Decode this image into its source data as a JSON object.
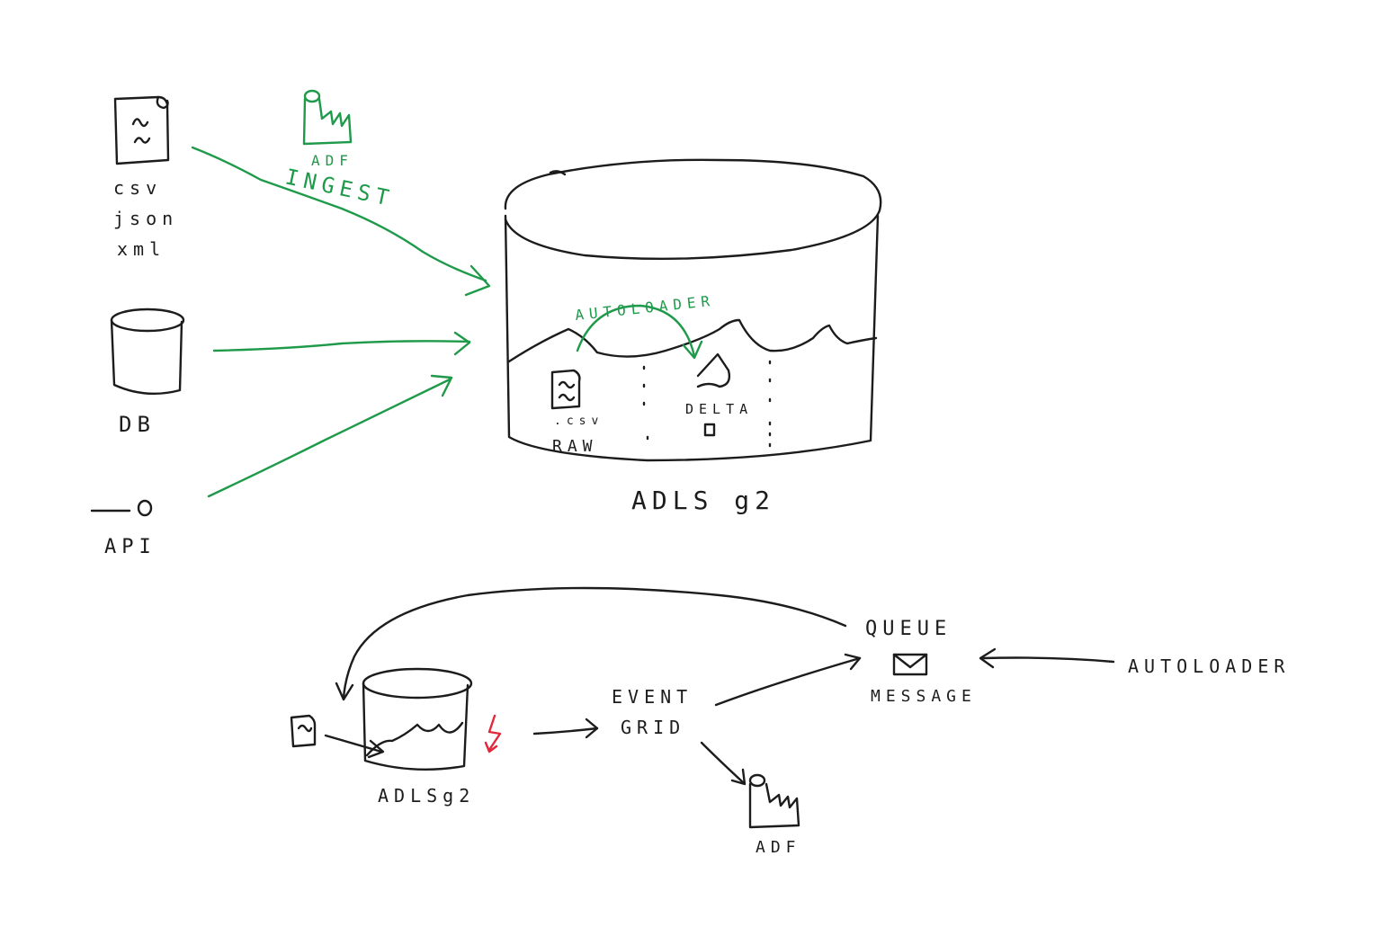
{
  "colors": {
    "ink": "#1c1c1c",
    "flow_green": "#1f9a4a",
    "event_red": "#e0283a",
    "background": "#ffffff"
  },
  "sources": {
    "file_formats": [
      "csv",
      "json",
      "xml"
    ],
    "database": "DB",
    "api": "API"
  },
  "ingest": {
    "tool": "ADF",
    "action": "INGEST"
  },
  "storage": {
    "name": "ADLS g2",
    "raw_file": ".csv",
    "raw_zone": "RAW",
    "process": "AUTOLOADER",
    "delta_zone": "DELTA"
  },
  "event_flow": {
    "storage": "ADLSg2",
    "event_grid_line1": "EVENT",
    "event_grid_line2": "GRID",
    "queue": "QUEUE",
    "message": "MESSAGE",
    "consumer": "AUTOLOADER",
    "adf": "ADF"
  },
  "icons": [
    "document-icon",
    "database-icon",
    "api-lollipop-icon",
    "factory-icon",
    "lightning-icon",
    "envelope-icon"
  ]
}
